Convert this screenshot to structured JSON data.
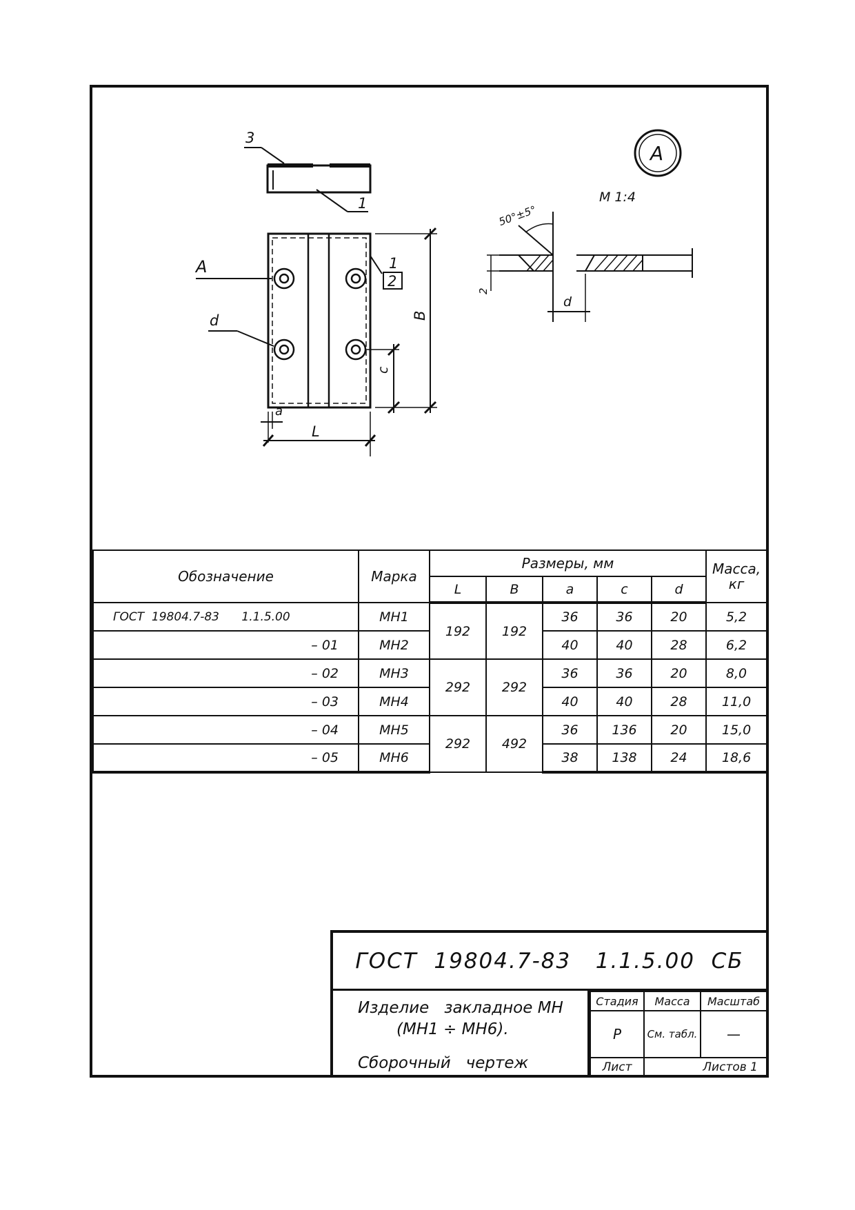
{
  "drawing": {
    "scale_label": "М 1:4",
    "view_callout": "A",
    "view_marker": "A",
    "angle_label": "50°±5°",
    "callouts": {
      "pos3": "3",
      "pos1_top": "1",
      "pos1_side": "1",
      "pos2": "2"
    },
    "dims": {
      "L": "L",
      "B": "B",
      "a": "a",
      "c": "c",
      "d": "d",
      "d_detail": "d",
      "gap": "2"
    }
  },
  "table": {
    "header": {
      "designation": "Обозначение",
      "mark": "Марка",
      "sizes": "Размеры, мм",
      "mass": "Масса, кг",
      "cols": [
        "L",
        "B",
        "a",
        "c",
        "d"
      ]
    },
    "rows": [
      {
        "designation": "ГОСТ  19804.7-83      1.1.5.00",
        "mark": "МН1",
        "L": "192",
        "B": "192",
        "a": "36",
        "c": "36",
        "d": "20",
        "mass": "5,2"
      },
      {
        "designation": "– 01",
        "mark": "МН2",
        "a": "40",
        "c": "40",
        "d": "28",
        "mass": "6,2"
      },
      {
        "designation": "– 02",
        "mark": "МН3",
        "L": "292",
        "B": "292",
        "a": "36",
        "c": "36",
        "d": "20",
        "mass": "8,0"
      },
      {
        "designation": "– 03",
        "mark": "МН4",
        "a": "40",
        "c": "40",
        "d": "28",
        "mass": "11,0"
      },
      {
        "designation": "– 04",
        "mark": "МН5",
        "L": "292",
        "B": "492",
        "a": "36",
        "c": "136",
        "d": "20",
        "mass": "15,0"
      },
      {
        "designation": "– 05",
        "mark": "МН6",
        "a": "38",
        "c": "138",
        "d": "24",
        "mass": "18,6"
      }
    ]
  },
  "titleblock": {
    "code": "ГОСТ  19804.7-83   1.1.5.00  СБ",
    "name_line1": "Изделие   закладное МН",
    "name_line2": "(МН1 ÷ МН6).",
    "name_line3": "Сборочный   чертеж",
    "stage_hdr": "Стадия",
    "mass_hdr": "Масса",
    "scale_hdr": "Масштаб",
    "stage": "Р",
    "mass_val": "См. табл.",
    "scale_val": "—",
    "sheet_lbl": "Лист",
    "sheets_lbl": "Листов 1"
  }
}
